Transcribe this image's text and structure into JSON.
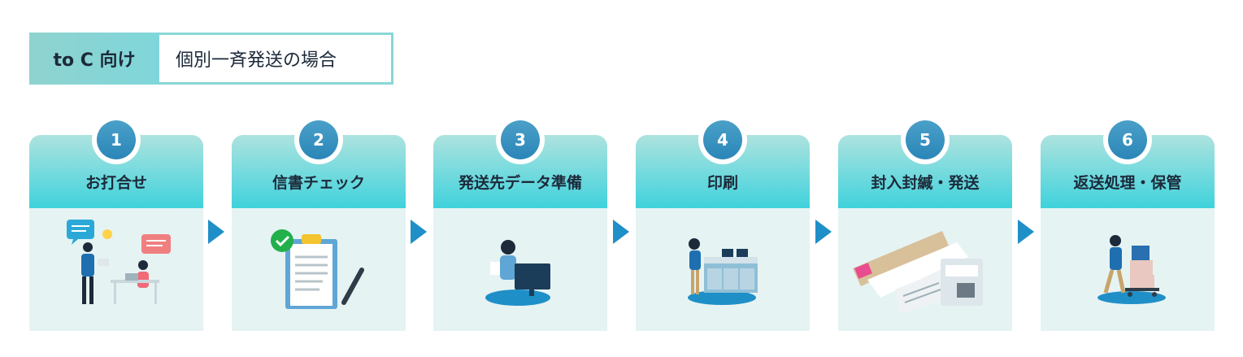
{
  "header": {
    "label": "to C 向け",
    "title": "個別一斉発送の場合"
  },
  "steps": [
    {
      "number": "1",
      "label": "お打合せ"
    },
    {
      "number": "2",
      "label": "信書チェック"
    },
    {
      "number": "3",
      "label": "発送先データ準備"
    },
    {
      "number": "4",
      "label": "印刷"
    },
    {
      "number": "5",
      "label": "封入封緘・発送"
    },
    {
      "number": "6",
      "label": "返送処理・保管"
    }
  ],
  "colors": {
    "accent": "#1f8fc8",
    "head_top": "#aee3df",
    "head_bottom": "#3fd2dc",
    "body_bg": "#e6f3f3"
  }
}
